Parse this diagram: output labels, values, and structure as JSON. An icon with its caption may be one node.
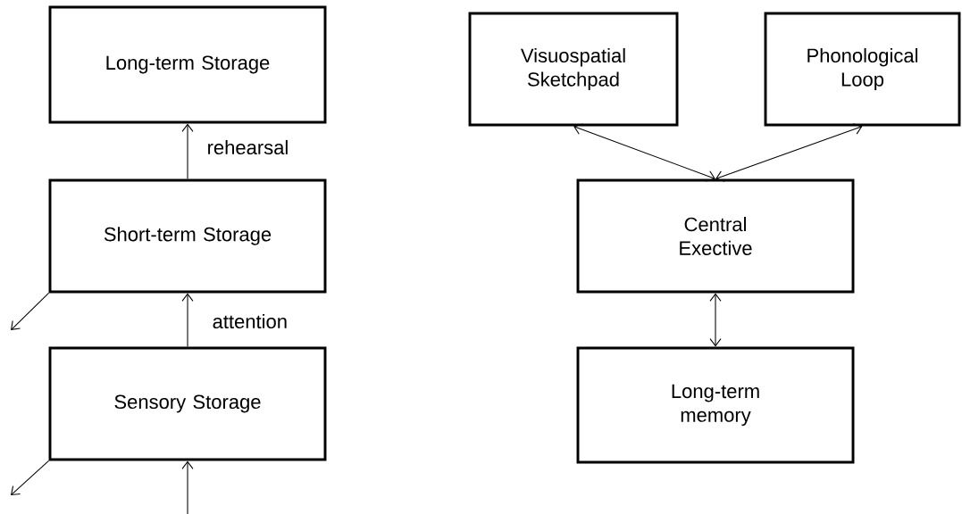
{
  "diagram": {
    "nodes": [
      {
        "text": [
          "Long-term Storage"
        ]
      },
      {
        "text": [
          "Short-term Storage"
        ]
      },
      {
        "text": [
          "Sensory Storage"
        ]
      },
      {
        "text": [
          "Visuospatial Sketchpad"
        ]
      },
      {
        "text": [
          "Phonological Loop"
        ]
      },
      {
        "text": [
          "Central Exective"
        ]
      },
      {
        "text": [
          "Long-term memory"
        ]
      }
    ],
    "edges": [
      {
        "from": 1,
        "to": 0,
        "arrow": "to",
        "label": "rehearsal"
      },
      {
        "from": 2,
        "to": 1,
        "arrow": "to",
        "label": "attention"
      },
      {
        "from": null,
        "to": 2,
        "arrow": "to"
      },
      {
        "from": 1,
        "to": null,
        "arrow": "to"
      },
      {
        "from": 2,
        "to": null,
        "arrow": "to"
      },
      {
        "from": 3,
        "to": 5,
        "arrow": "both"
      },
      {
        "from": 4,
        "to": 5,
        "arrow": "both"
      },
      {
        "from": 5,
        "to": 6,
        "arrow": "both"
      }
    ]
  }
}
